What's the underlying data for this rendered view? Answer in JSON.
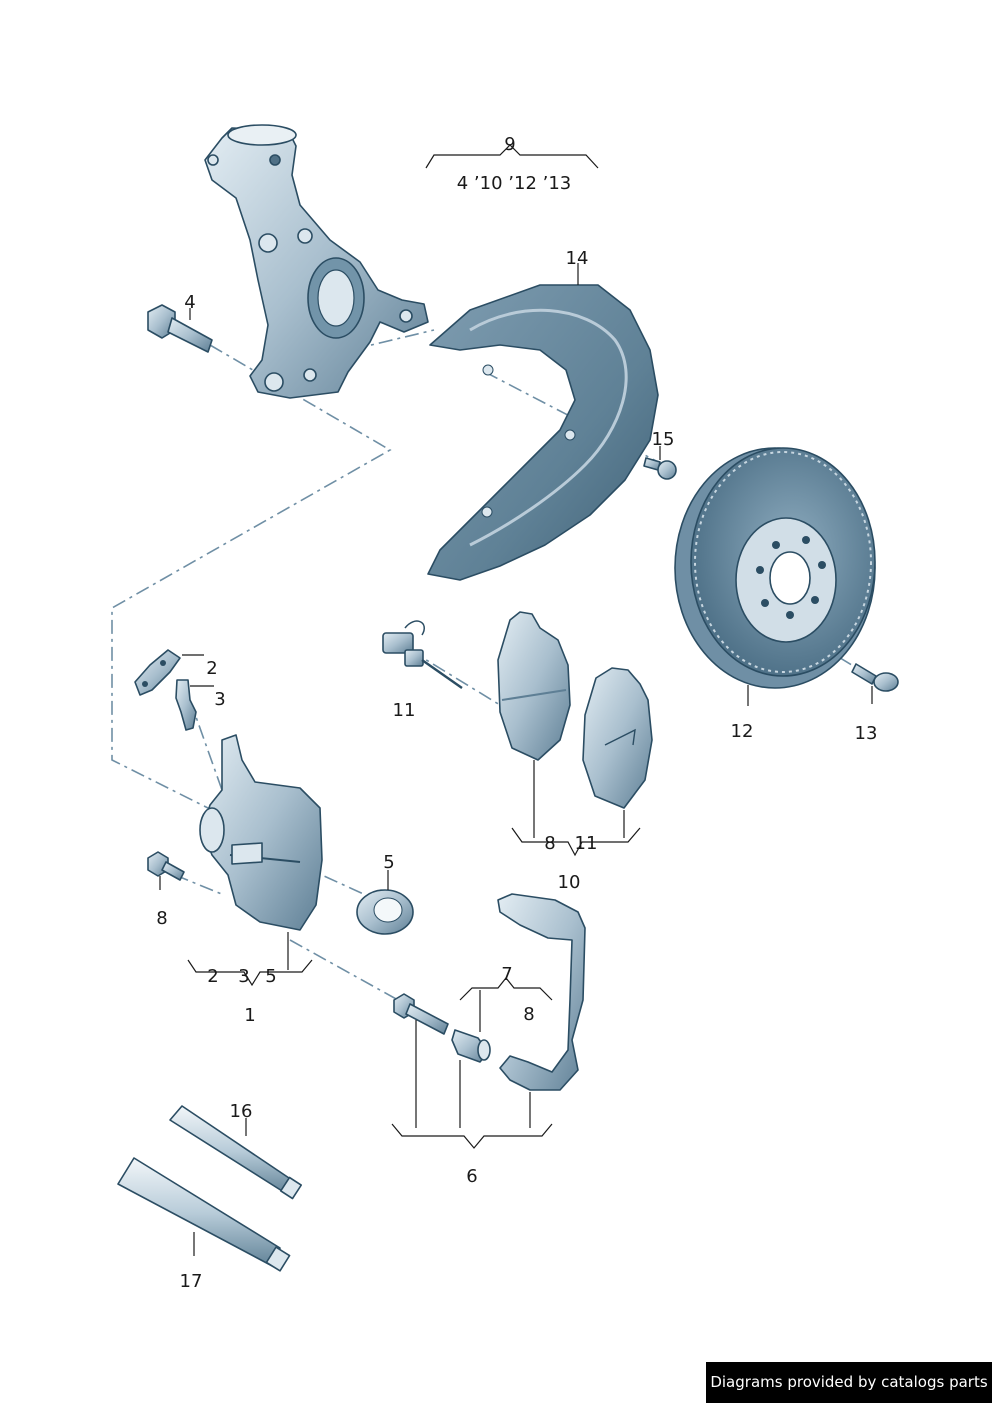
{
  "callouts": {
    "c9": "9",
    "c9_list": "4 ’10 ’12 ’13",
    "c14": "14",
    "c4": "4",
    "c15": "15",
    "c2": "2",
    "c3": "3",
    "c11": "11",
    "c12": "12",
    "c13": "13",
    "c8_pads": "8",
    "c11_pads": "11",
    "c10": "10",
    "c5": "5",
    "c8_bolt": "8",
    "c1_list_2": "2",
    "c1_list_3": "3",
    "c1_list_5": "5",
    "c1": "1",
    "c7": "7",
    "c7_list_8": "8",
    "c16": "16",
    "c6": "6",
    "c17": "17"
  },
  "watermark": "Diagrams provided by catalogs parts",
  "colors": {
    "part_fill": "#b9cbd8",
    "part_dark": "#4f7086",
    "part_light": "#dde8ef",
    "outline": "#2b4d63"
  }
}
